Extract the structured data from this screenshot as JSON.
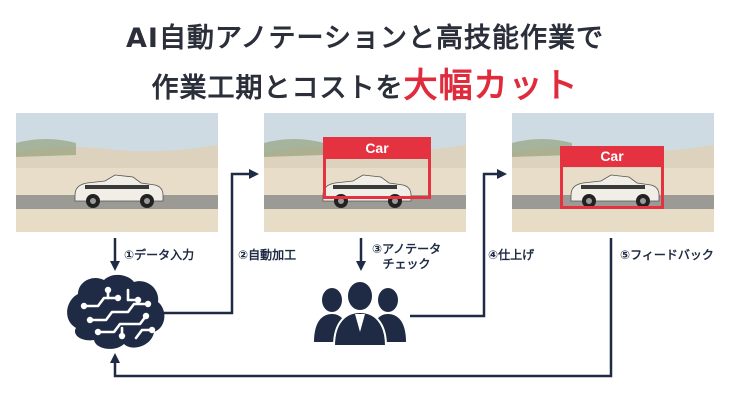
{
  "title": {
    "line1": "AI自動アノテーションと高技能作業で",
    "line2_prefix": "作業工期とコストを",
    "line2_accent": "大幅カット"
  },
  "annotation": {
    "label": "Car"
  },
  "steps": {
    "s1": "①データ入力",
    "s2": "②自動加工",
    "s3_line1": "③アノテータ",
    "s3_line2": "チェック",
    "s4": "④仕上げ",
    "s5": "⑤フィードバック"
  },
  "icons": {
    "ai": "brain-circuit-icon",
    "people": "team-people-icon"
  },
  "colors": {
    "accent": "#e02b3c",
    "bbox": "#e53241",
    "navy": "#1f2a44",
    "sand": "#e5d9c4",
    "sky": "#cfdbe2"
  }
}
